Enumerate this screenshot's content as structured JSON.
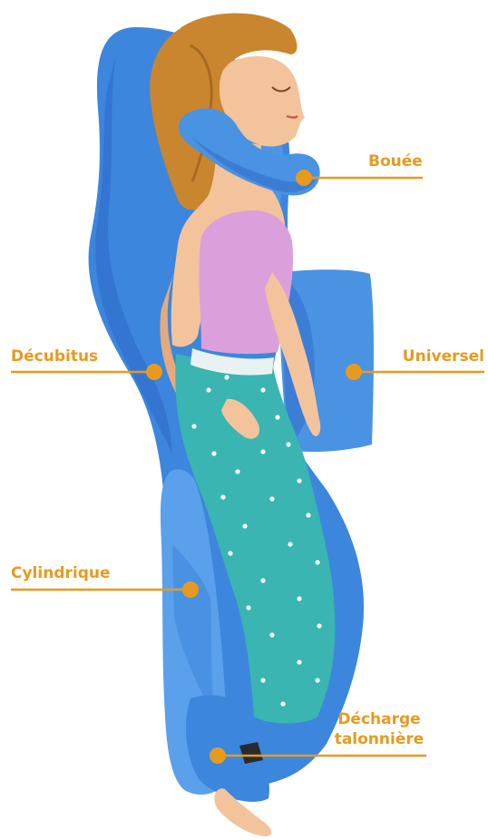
{
  "colors": {
    "accent": "#e79a1e",
    "pillow_dark": "#2d67c6",
    "pillow_mid": "#3c86dd",
    "pillow_light": "#5aa0ea",
    "skin": "#f3c49b",
    "skin_shade": "#e6a97c",
    "hair": "#c9862f",
    "hair_dark": "#a86a22",
    "top": "#dba0dc",
    "pants": "#3ab5b1",
    "pants_dot": "#ffffff",
    "strap": "#2b2b2b"
  },
  "labels": {
    "bouee": "Bouée",
    "decubitus": "Décubitus",
    "universel": "Universel",
    "cylindrique": "Cylindrique",
    "decharge_line1": "Décharge",
    "decharge_line2": "talonnière"
  },
  "icons": {
    "marker": "orange-dot-marker"
  }
}
